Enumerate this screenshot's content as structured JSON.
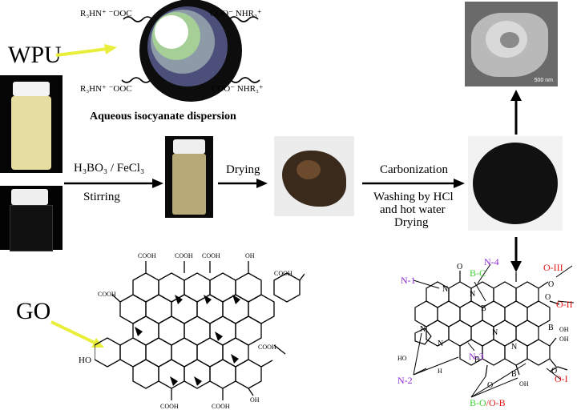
{
  "labels": {
    "wpu": "WPU",
    "go": "GO",
    "dispersion": "Aqueous isocyanate dispersion",
    "ammonium_tl": "R₃HN⁺ ⁻OOC",
    "ammonium_bl": "R₃HN⁺ ⁻OOC",
    "carboxylate_tr": "COO⁻ NHR₃⁺",
    "carboxylate_br": "COO⁻ NHR₃⁺"
  },
  "steps": {
    "reagent": "H₃BO₃ / FeCl₃",
    "stirring": "Stirring",
    "drying": "Drying",
    "carbonization": "Carbonization",
    "washing": "Washing by HCl",
    "hot_water": "and hot water",
    "drying2": "Drying"
  },
  "sem": {
    "scale": "500 nm"
  },
  "go_structure": {
    "cooh": "COOH",
    "oh": "OH",
    "ho": "HO"
  },
  "doped_structure": {
    "n1": "N-1",
    "n2": "N-2",
    "n3": "N-3",
    "n4": "N-4",
    "bc": "B-C",
    "oiii": "O-III",
    "oii": "O-II",
    "oi": "O-I",
    "bo": "B-O",
    "ob": "/O-B",
    "atom_n": "N",
    "atom_b": "B",
    "atom_o": "O",
    "atom_oh": "OH",
    "atom_ho": "HO",
    "atom_h": "H"
  },
  "colors": {
    "arrow_yellow": "#e8ee3a",
    "label_purple": "#8e2bd6",
    "label_green": "#3ccf2f",
    "label_red": "#e31616"
  }
}
